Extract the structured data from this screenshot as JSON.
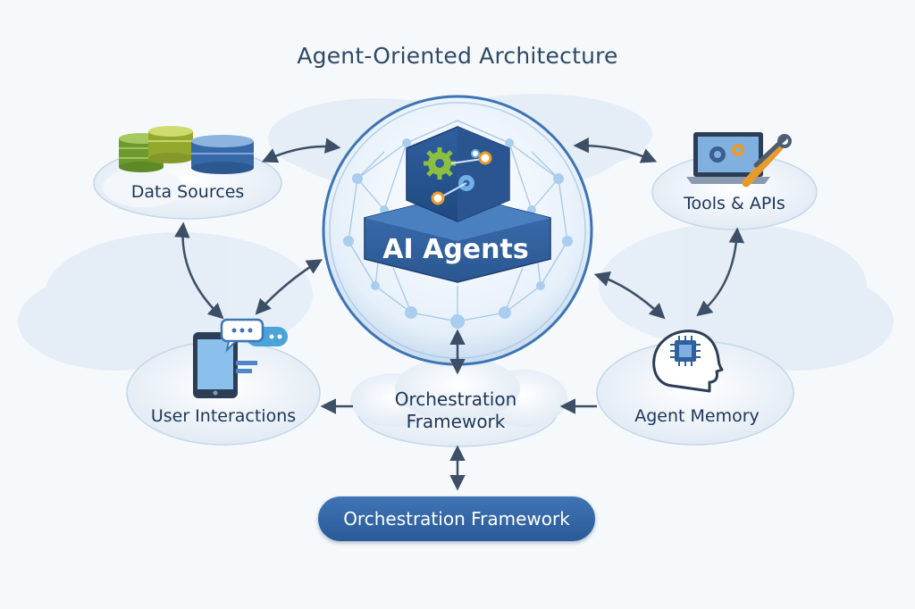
{
  "title": "Agent-Oriented Architecture",
  "core": {
    "label": "AI Agents"
  },
  "nodes": {
    "data_sources": "Data Sources",
    "tools_apis": "Tools & APIs",
    "user_interactions": "User Interactions",
    "agent_memory": "Agent Memory"
  },
  "orchestration": {
    "cloud_label": "Orchestration Framework",
    "button_label": "Orchestration Framework"
  },
  "colors": {
    "primary_blue": "#2f5f9e",
    "accent_green": "#7ba33a",
    "accent_orange": "#e89a2c",
    "arrow": "#3d4f66",
    "bubble_fill": "#eef4fb"
  },
  "icons": [
    "database-icon",
    "laptop-gear-icon",
    "wrench-screwdriver-icon",
    "smartphone-icon",
    "chat-bubble-icon",
    "head-chip-icon",
    "gear-icon"
  ]
}
